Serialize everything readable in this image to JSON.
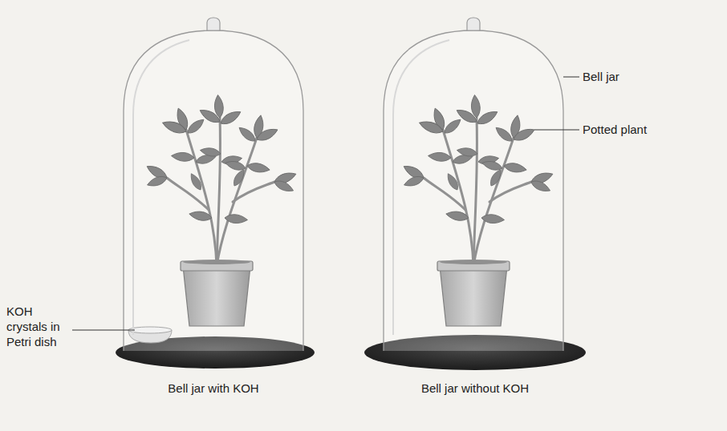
{
  "diagram": {
    "labels": [
      "KOH crystals in Petri dish",
      "Bell jar",
      "Potted plant",
      "Bell jar with KOH",
      "Bell jar without KOH"
    ]
  }
}
